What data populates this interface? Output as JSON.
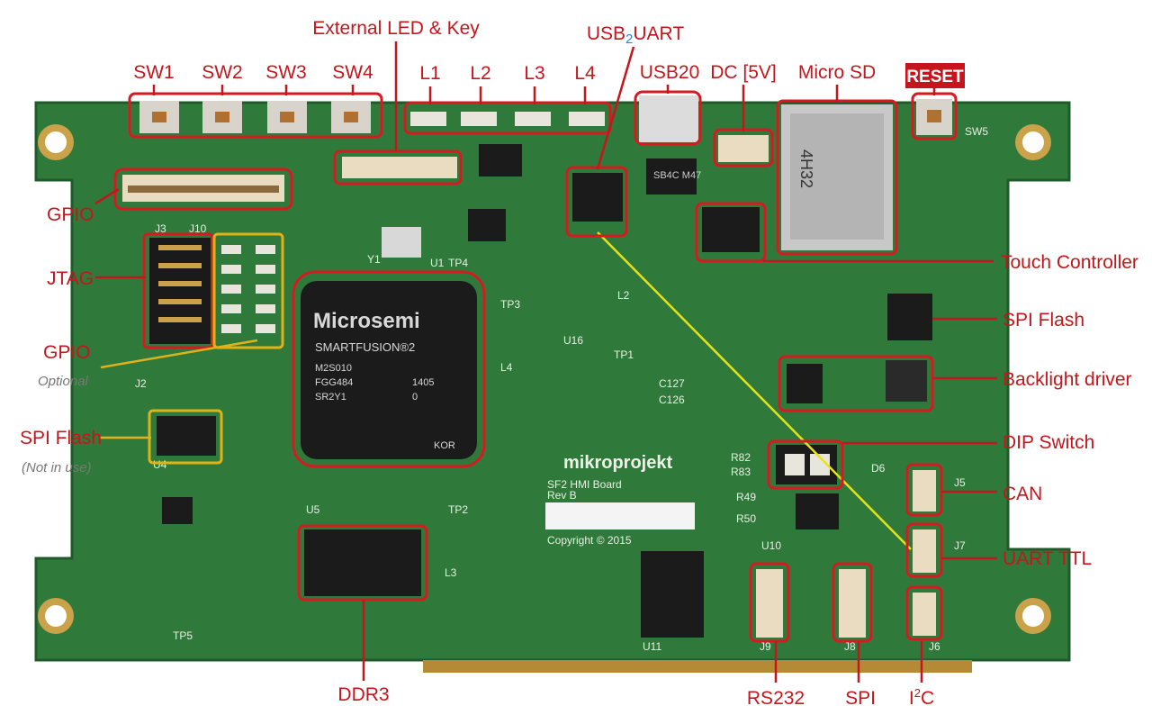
{
  "colors": {
    "pcb": "#2f7a3a",
    "pcb_dark": "#1f5a2a",
    "copper": "#c9a24a",
    "highlight_red": "#d71a21",
    "highlight_yellow": "#e0b21a",
    "label_red": "#c4161c",
    "chip": "#1b1b1b"
  },
  "labels": {
    "sw1": "SW1",
    "sw2": "SW2",
    "sw3": "SW3",
    "sw4": "SW4",
    "external_led_key": "External LED & Key",
    "l1": "L1",
    "l2": "L2",
    "l3": "L3",
    "l4": "L4",
    "usb2uart_prefix": "USB",
    "usb2uart_sub": "2",
    "usb2uart_suffix": "UART",
    "usb20": "USB20",
    "dc5v": "DC [5V]",
    "micro_sd": "Micro SD",
    "reset": "RESET",
    "gpio": "GPIO",
    "jtag": "JTAG",
    "gpio_optional": "GPIO",
    "optional": "Optional",
    "spi_flash_left": "SPI Flash",
    "not_in_use": "(Not in use)",
    "touch_controller": "Touch Controller",
    "spi_flash_right": "SPI Flash",
    "backlight_driver": "Backlight driver",
    "dip_switch": "DIP Switch",
    "can": "CAN",
    "uart_ttl": "UART TTL",
    "ddr3": "DDR3",
    "rs232": "RS232",
    "spi": "SPI",
    "i2c_prefix": "I",
    "i2c_sup": "2",
    "i2c_suffix": "C"
  },
  "board_print": {
    "fpga_brand": "Microsemi",
    "fpga_family": "SMARTFUSION®2",
    "fpga_line1": "M2S010",
    "fpga_line2": "FGG484",
    "fpga_line3": "SR2Y1",
    "fpga_code1": "1405",
    "fpga_code2": "0",
    "fpga_origin": "KOR",
    "vendor_logo": "mikroprojekt",
    "board_name": "SF2 HMI Board",
    "board_rev": "Rev B",
    "copyright": "Copyright © 2015",
    "micro_sd_marking": "4H32",
    "ic_usb_marking": "SB4C M47",
    "ref_j3": "J3",
    "ref_j10": "J10",
    "ref_j2": "J2",
    "ref_u4": "U4",
    "ref_u5": "U5",
    "ref_u1": "U1",
    "ref_u16": "U16",
    "ref_u10": "U10",
    "ref_u11": "U11",
    "ref_j9": "J9",
    "ref_j8": "J8",
    "ref_j6": "J6",
    "ref_j7": "J7",
    "ref_j5": "J5",
    "ref_d6": "D6",
    "ref_tp1": "TP1",
    "ref_tp2": "TP2",
    "ref_tp3": "TP3",
    "ref_tp4": "TP4",
    "ref_tp5": "TP5",
    "ref_y1": "Y1",
    "ref_sw5": "SW5",
    "ref_l2": "L2",
    "ref_l3": "L3",
    "ref_l4": "L4",
    "ref_c127": "C127",
    "ref_c126": "C126",
    "ref_r82": "R82",
    "ref_r83": "R83",
    "ref_r49": "R49",
    "ref_r50": "R50"
  }
}
